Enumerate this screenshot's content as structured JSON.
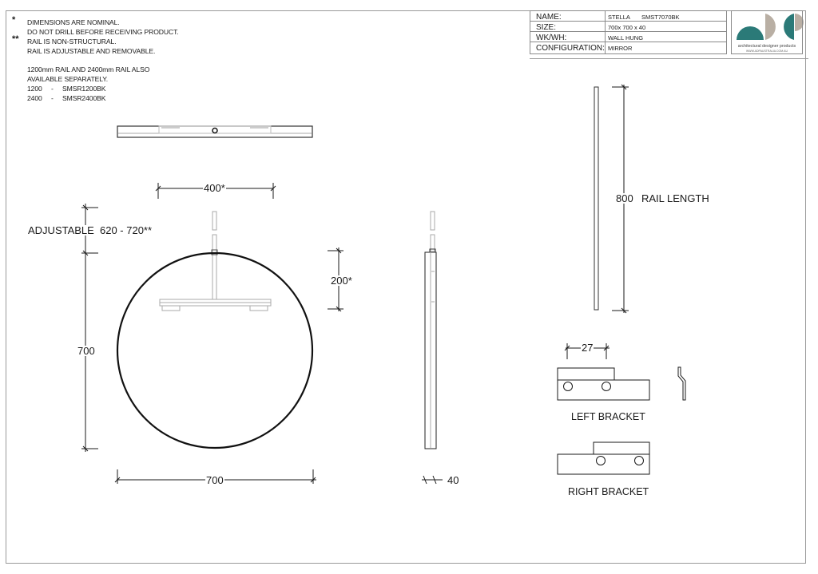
{
  "notes": {
    "star_single": "*",
    "star_double": "**",
    "lines": [
      "DIMENSIONS ARE NOMINAL.",
      "DO NOT DRILL BEFORE RECEIVING PRODUCT.",
      "RAIL IS NON-STRUCTURAL.",
      "RAIL IS ADJUSTABLE AND REMOVABLE."
    ],
    "availability": [
      "1200mm RAIL AND 2400mm RAIL ALSO",
      "AVAILABLE SEPARATELY."
    ],
    "rail_codes": [
      {
        "length": "1200",
        "sep": "-",
        "code": "SMSR1200BK"
      },
      {
        "length": "2400",
        "sep": "-",
        "code": "SMSR2400BK"
      }
    ]
  },
  "title_block": {
    "rows": [
      {
        "key": "NAME:",
        "value": "STELLA",
        "value2": "SMST7070BK"
      },
      {
        "key": "SIZE:",
        "value": "700x 700 x 40",
        "value2": ""
      },
      {
        "key": "WK/WH:",
        "value": "WALL HUNG",
        "value2": ""
      },
      {
        "key": "CONFIGURATION:",
        "value": "MIRROR",
        "value2": ""
      }
    ],
    "logo": {
      "text": "architectural designer products",
      "url": "WWW.ADPAUSTRALIA.COM.AU",
      "colors": {
        "teal": "#2b7a78",
        "taupe": "#b9afa4"
      }
    }
  },
  "dimensions": {
    "rail_spacing": "400*",
    "adjustable_label": "ADJUSTABLE",
    "adjustable_range": "620 - 720**",
    "bracket_drop": "200*",
    "height": "700",
    "width": "700",
    "depth": "40",
    "rail_length_value": "800",
    "rail_length_label": "RAIL LENGTH",
    "bracket_offset": "27"
  },
  "labels": {
    "left_bracket": "LEFT BRACKET",
    "right_bracket": "RIGHT BRACKET"
  },
  "colors": {
    "line": "#1a1a1a",
    "ghost": "#a8a8a8",
    "frame": "#9a9a9a"
  }
}
